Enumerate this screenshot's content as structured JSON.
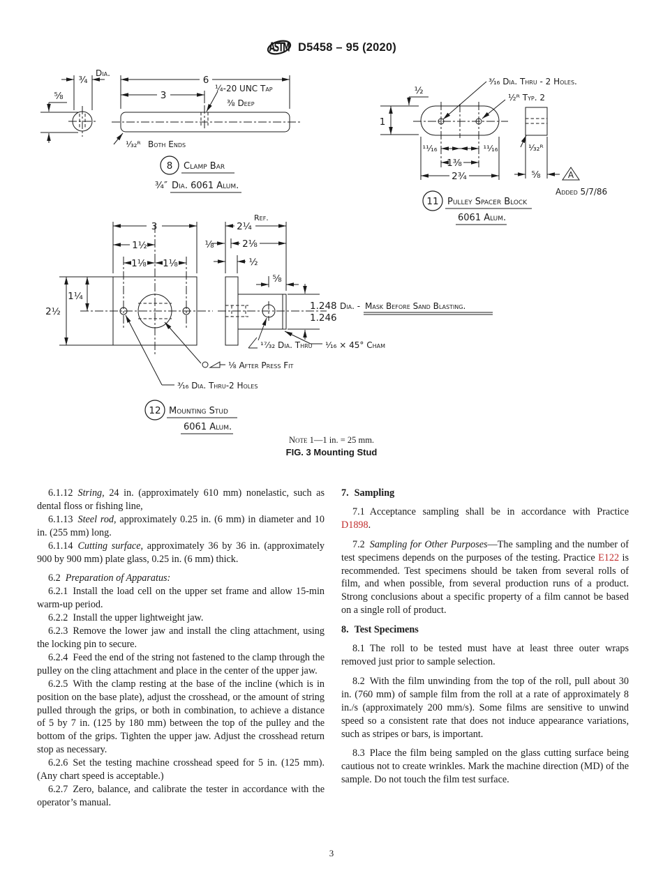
{
  "header": {
    "logo_text": "ASTM",
    "title": "D5458 – 95 (2020)"
  },
  "page": {
    "number": "3"
  },
  "colors": {
    "link_red": "#c02b2b",
    "ink": "#1a1a1a",
    "background": "#ffffff"
  },
  "figure": {
    "note_prefix": "Note 1",
    "note_rest": "—1 in. = 25 mm.",
    "caption": "FIG. 3 Mounting Stud",
    "clamp_bar": {
      "dia_fraction": "¾",
      "dia_label": "Dia.",
      "dim_58": "⅝",
      "dim_6": "6",
      "dim_3": "3",
      "tap_line1": "¼-20 UNC Tap",
      "tap_line2": "⅜ Deep",
      "radius_note": "¹⁄₃₂ᴿ",
      "radius_suffix": "Both Ends",
      "balloon": "8",
      "title": "Clamp Bar",
      "material_prefix": "¾″",
      "material": "Dia. 6061 Alum."
    },
    "pulley_block": {
      "dim_12": "½",
      "dim_1": "1",
      "holes_note": "³⁄₁₆ Dia. Thru - 2 Holes.",
      "radius_note": "½ᴿ Typ. 2",
      "dim_1116_left": "¹¹⁄₁₆",
      "dim_1116_right": "¹¹⁄₁₆",
      "dim_138": "1⅜",
      "dim_234": "2¾",
      "radius_note2": "¹⁄₃₂ᴿ",
      "dim_58": "⅝",
      "rev_letter": "A",
      "rev_note": "Added 5/7/86",
      "balloon": "11",
      "title": "Pulley Spacer Block",
      "material": "6061 Alum."
    },
    "mounting_stud": {
      "dim_3": "3",
      "dim_112": "1½",
      "dim_118a": "1⅛",
      "dim_118b": "1⅛",
      "dim_114": "1¼",
      "dim_212": "2½",
      "dim_214": "2¼",
      "ref_label": "Ref.",
      "dim_18": "⅛",
      "dim_218": "2⅛",
      "dim_12": "½",
      "dim_58": "⅝",
      "bore_hi": "1.248",
      "bore_lo": "1.246",
      "bore_label": "Dia. -",
      "mask_note": "Mask Before Sand Blasting.",
      "hole_note": "¹⁷⁄₃₂ Dia. Thru",
      "cham_note": "¹⁄₁₆ × 45° Cham",
      "press_note": "⅛ After Press Fit",
      "holes_note": "³⁄₁₆ Dia. Thru-2 Holes",
      "balloon": "12",
      "title": "Mounting Stud",
      "material": "6061 Alum."
    }
  },
  "left_column": {
    "p6112": {
      "num": "6.1.12",
      "italic": "String",
      "text": ", 24 in. (approximately 610 mm) nonelastic, such as dental floss or fishing line,"
    },
    "p6113": {
      "num": "6.1.13",
      "italic": "Steel rod",
      "text": ", approximately 0.25 in. (6 mm) in diameter and 10 in. (255 mm) long."
    },
    "p6114": {
      "num": "6.1.14",
      "italic": "Cutting surface",
      "text": ", approximately 36 by 36 in. (approximately 900 by 900 mm) plate glass, 0.25 in. (6 mm) thick."
    },
    "p62": {
      "num": "6.2",
      "italic": "Preparation of Apparatus:",
      "text": ""
    },
    "p621": {
      "num": "6.2.1",
      "text": "Install the load cell on the upper set frame and allow 15-min warm-up period."
    },
    "p622": {
      "num": "6.2.2",
      "text": "Install the upper lightweight jaw."
    },
    "p623": {
      "num": "6.2.3",
      "text": "Remove the lower jaw and install the cling attachment, using the locking pin to secure."
    },
    "p624": {
      "num": "6.2.4",
      "text": "Feed the end of the string not fastened to the clamp through the pulley on the cling attachment and place in the center of the upper jaw."
    },
    "p625": {
      "num": "6.2.5",
      "text": "With the clamp resting at the base of the incline (which is in position on the base plate), adjust the crosshead, or the amount of string pulled through the grips, or both in combination, to achieve a distance of 5 by 7 in. (125 by 180 mm) between the top of the pulley and the bottom of the grips. Tighten the upper jaw. Adjust the crosshead return stop as necessary."
    },
    "p626": {
      "num": "6.2.6",
      "text": "Set the testing machine crosshead speed for 5 in. (125 mm). (Any chart speed is acceptable.)"
    },
    "p627": {
      "num": "6.2.7",
      "text": "Zero, balance, and calibrate the tester in accordance with the operator’s manual."
    }
  },
  "right_column": {
    "h7": {
      "num": "7.",
      "label": "Sampling"
    },
    "p71": {
      "num": "7.1",
      "text1": "Acceptance sampling shall be in accordance with Practice ",
      "link": "D1898",
      "text2": "."
    },
    "p72": {
      "num": "7.2",
      "italic": "Sampling for Other Purposes",
      "text1": "—The sampling and the number of test specimens depends on the purposes of the testing. Practice ",
      "link": "E122",
      "text2": " is recommended. Test specimens should be taken from several rolls of film, and when possible, from several production runs of a product. Strong conclusions about a specific property of a film cannot be based on a single roll of product."
    },
    "h8": {
      "num": "8.",
      "label": "Test Specimens"
    },
    "p81": {
      "num": "8.1",
      "text": "The roll to be tested must have at least three outer wraps removed just prior to sample selection."
    },
    "p82": {
      "num": "8.2",
      "text": "With the film unwinding from the top of the roll, pull about 30 in. (760 mm) of sample film from the roll at a rate of approximately 8 in./s (approximately 200 mm/s). Some films are sensitive to unwind speed so a consistent rate that does not induce appearance variations, such as stripes or bars, is important."
    },
    "p83": {
      "num": "8.3",
      "text": "Place the film being sampled on the glass cutting surface being cautious not to create wrinkles. Mark the machine direction (MD) of the sample. Do not touch the film test surface."
    }
  }
}
